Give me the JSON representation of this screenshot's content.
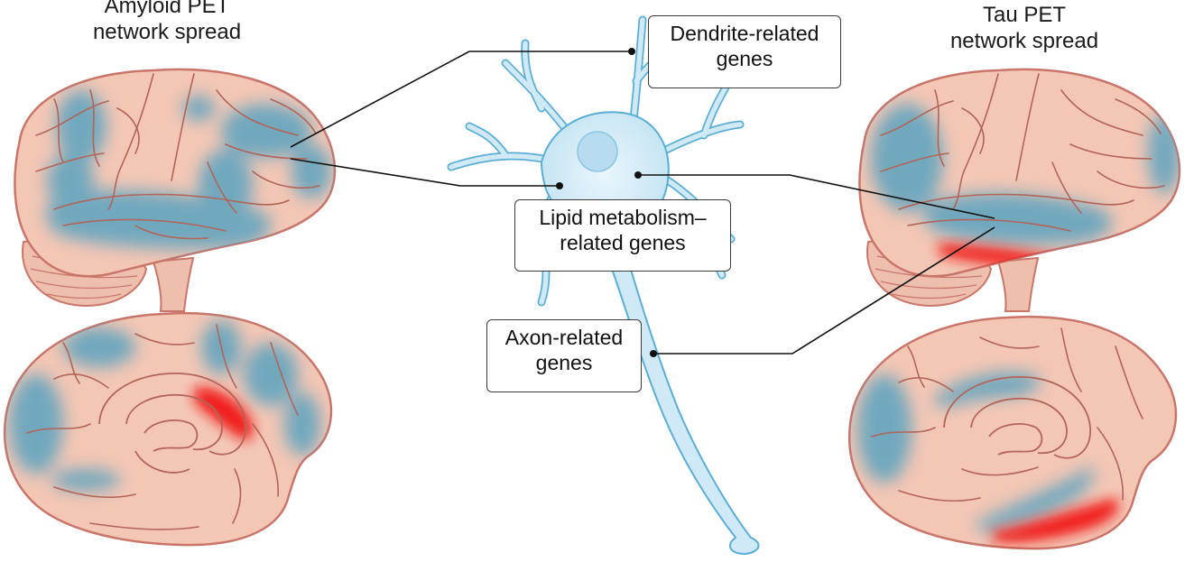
{
  "titles": {
    "amyloid": "Amyloid PET\nnetwork spread",
    "tau": "Tau PET\nnetwork spread"
  },
  "labels": {
    "dendrite": "Dendrite-related\ngenes",
    "lipid": "Lipid metabolism–\nrelated genes",
    "axon": "Axon-related\ngenes"
  },
  "colors": {
    "brain": "#f4c7b5",
    "brain_outline": "#c9756a",
    "sulcus": "#b26458",
    "cerebellum": "#efbfad",
    "network_blue": "#5aa3c0",
    "hot_red": "#f01818",
    "neuron_fill": "#cfe9f6",
    "neuron_outline": "#5aaed5",
    "leader_line": "#111111"
  }
}
